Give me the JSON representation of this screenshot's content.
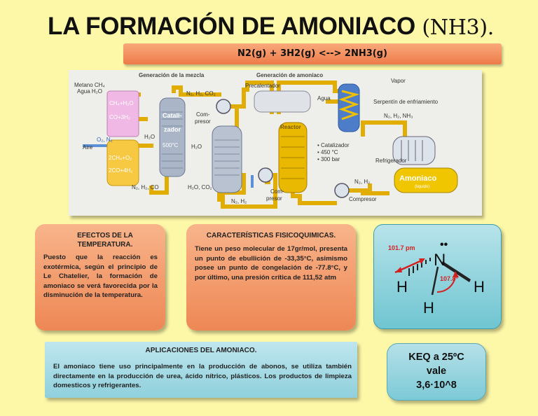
{
  "title": {
    "main": "LA FORMACIÓN DE AMONIACO",
    "formula": "(NH3)."
  },
  "equation": "N2(g) + 3H2(g) <--> 2NH3(g)",
  "diagram": {
    "header_left": "Generación de la mezcla",
    "header_right": "Generación de amoníaco",
    "metano": "Metano CH₄",
    "agua_left": "Agua H₂O",
    "ch4_h2o": "CH₄+H₂O",
    "co_3h2": "CO+3H₂",
    "aire": "Aire",
    "o2n2": "O₂, N₂",
    "ch4_o2": "2CH₄+O₂",
    "co_4h2": "2CO+4H₂",
    "catalizador_1": "Catali-",
    "catalizador_2": "zador",
    "temp_500": "500°C",
    "h2o_1": "H₂O",
    "h2o_2": "H₂O",
    "n2h2co2": "N₂, H₂, CO₂",
    "compresor_1": "Com-",
    "compresor_2": "presor",
    "n2h2co": "N₂, H₂, CO",
    "h2o_co2": "H₂O, CO₂",
    "n2h2": "N₂, H₂",
    "compresor_b1": "Com-",
    "compresor_b2": "presor",
    "precalentador": "Precalentador",
    "reactor": "Reactor",
    "agua_right": "Agua",
    "vapor": "Vapor",
    "serpentin": "Serpentín de enfriamiento",
    "n2h2nh3": "N₂, H₂, NH₃",
    "catalizador_r": "• Catalizador",
    "temp_450": "• 450 °C",
    "pressure": "• 300 bar",
    "refrigerador": "Refrigerador",
    "n2h2_r": "N₂, H₂",
    "compresor_r": "Compresor",
    "amoniaco": "Amoniaco",
    "liquido": "(liquido)"
  },
  "temp_panel": {
    "title": "EFECTOS DE LA TEMPERATURA.",
    "body": "Puesto que la reacción es exotérmica, según el principio de Le Chatelier, la formación de amoniaco se verá favorecida por la disminución de la temperatura."
  },
  "char_panel": {
    "title": "CARACTERÍSTICAS FISICOQUIMICAS.",
    "body": "Tiene un peso molecular de 17gr/mol, presenta un punto de ebullición de -33,35°C, asimismo posee un punto de congelación de -77.8°C, y por último, una presión crítica de 111,52 atm"
  },
  "molecule": {
    "bond_length": "101.7 pm",
    "angle": "107.8°",
    "n": "N",
    "h": "H",
    "lone_pair": "••"
  },
  "app_panel": {
    "title": "APLICACIONES DEL AMONIACO.",
    "body": "El amoniaco tiene uso principalmente en la producción de abonos, se utiliza también directamente en la producción de urea, ácido nítrico, plásticos. Los productos de limpieza domesticos y refrigerantes."
  },
  "keq": {
    "line1": "KEQ a 25ºC",
    "line2": "vale",
    "line3": "3,6·10^8"
  },
  "colors": {
    "background": "#fdf8a8",
    "orange": "#ee8755",
    "cyan": "#7ccad6",
    "pipe": "#e8b400",
    "arrow": "#d42020"
  }
}
